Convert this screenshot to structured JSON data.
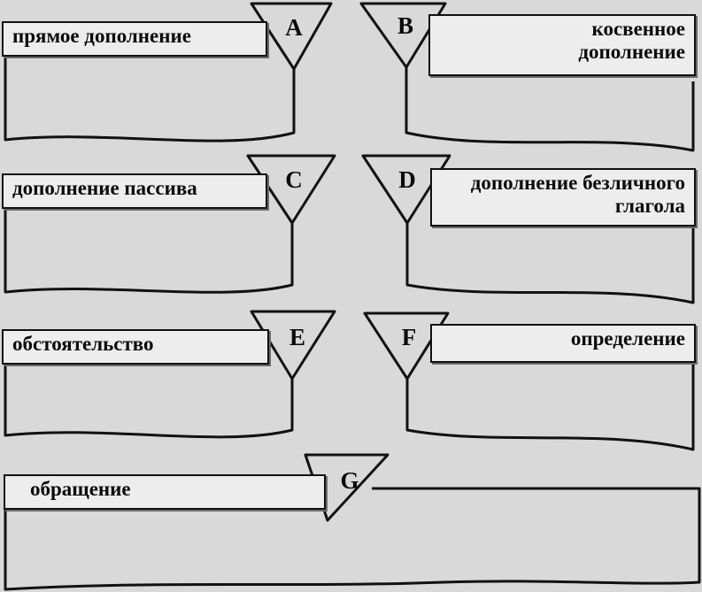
{
  "diagram": {
    "items": [
      {
        "letter": "A",
        "label": "прямое дополнение"
      },
      {
        "letter": "B",
        "label": "косвенное дополнение"
      },
      {
        "letter": "C",
        "label": "дополнение пассива"
      },
      {
        "letter": "D",
        "label": "дополнение безличного глагола"
      },
      {
        "letter": "E",
        "label": "обстоятельство"
      },
      {
        "letter": "F",
        "label": "определение"
      },
      {
        "letter": "G",
        "label": "обращение"
      }
    ]
  },
  "colors": {
    "stroke": "#111111",
    "paper": "#d9d9d9",
    "box": "#ededed"
  }
}
